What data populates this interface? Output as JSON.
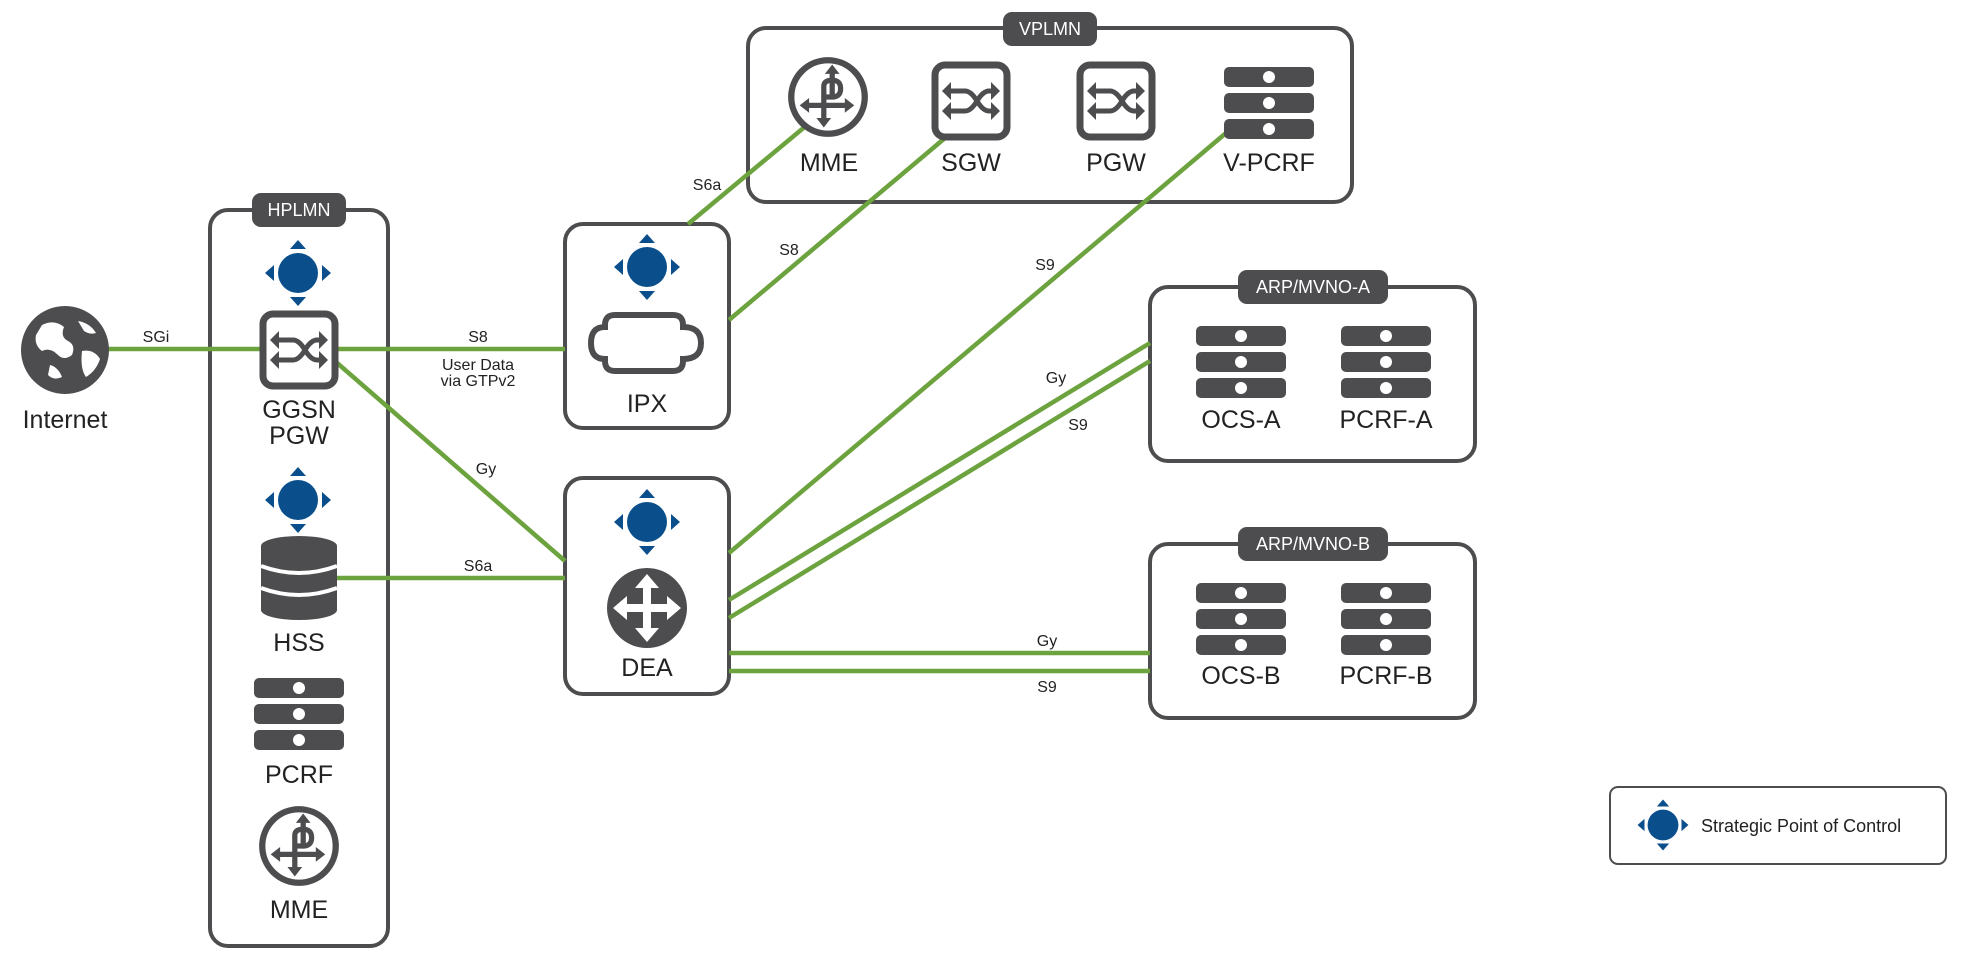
{
  "groups": {
    "vplmn": "VPLMN",
    "hplmn": "HPLMN",
    "arp_a": "ARP/MVNO-A",
    "arp_b": "ARP/MVNO-B"
  },
  "nodes": {
    "internet": "Internet",
    "ggsn_line1": "GGSN",
    "ggsn_line2": "PGW",
    "hss": "HSS",
    "pcrf": "PCRF",
    "mme_home": "MME",
    "ipx": "IPX",
    "dea": "DEA",
    "mme_visited": "MME",
    "sgw": "SGW",
    "pgw_visited": "PGW",
    "vpcrf": "V-PCRF",
    "ocs_a": "OCS-A",
    "pcrf_a": "PCRF-A",
    "ocs_b": "OCS-B",
    "pcrf_b": "PCRF-B"
  },
  "links": {
    "sgi": "SGi",
    "s8_home": "S8",
    "user_data_1": "User Data",
    "user_data_2": "via GTPv2",
    "gy_home": "Gy",
    "s6a_home": "S6a",
    "s6a_visited": "S6a",
    "s8_visited": "S8",
    "s9_vpcrf": "S9",
    "gy_a": "Gy",
    "s9_a": "S9",
    "gy_b": "Gy",
    "s9_b": "S9"
  },
  "legend": {
    "label": "Strategic Point of Control"
  },
  "colors": {
    "link": "#6da33f",
    "icon": "#4d4d4f",
    "box_border": "#4d4d4f",
    "tab": "#4d4d4f",
    "control_point": "#0a4f8c"
  }
}
